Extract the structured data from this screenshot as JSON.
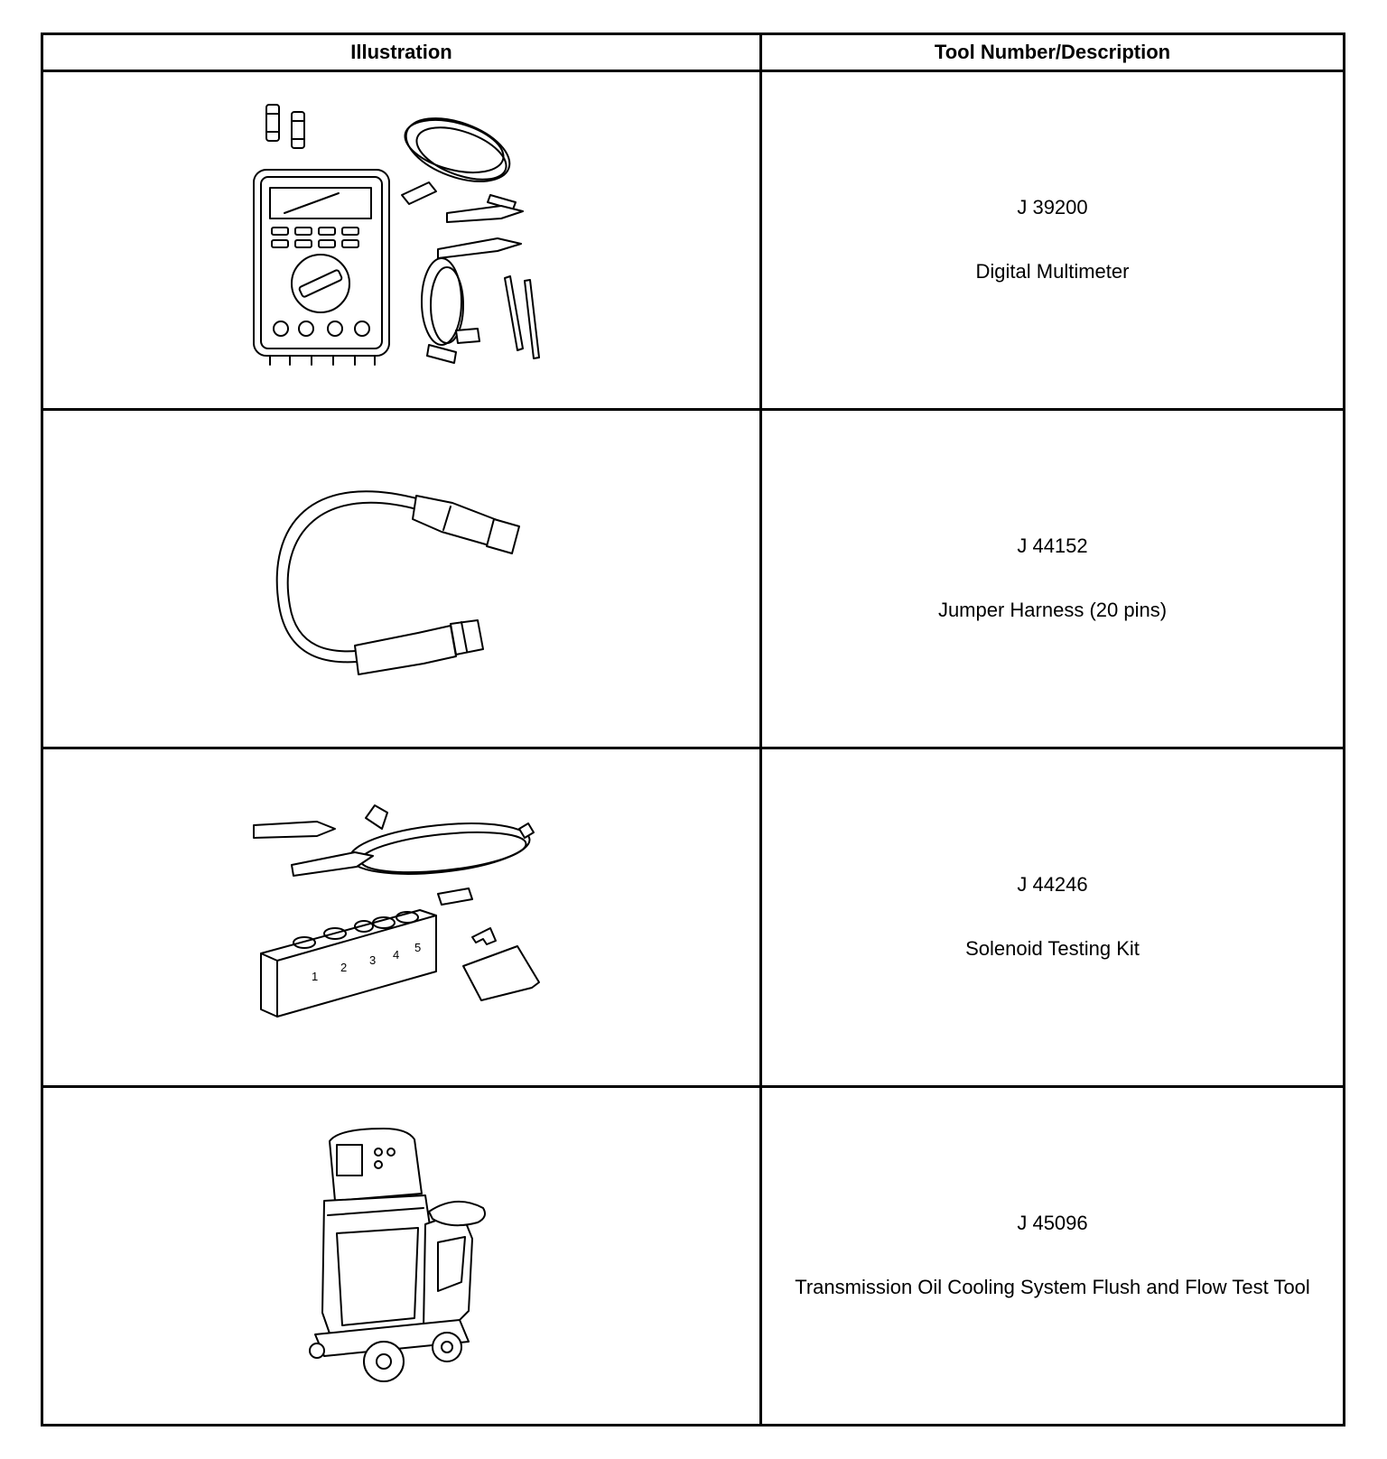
{
  "table": {
    "headers": {
      "illustration": "Illustration",
      "tool": "Tool Number/Description"
    },
    "rows": [
      {
        "number": "J 39200",
        "description": "Digital Multimeter",
        "illustration_icon": "digital-multimeter-icon"
      },
      {
        "number": "J 44152",
        "description": "Jumper Harness (20 pins)",
        "illustration_icon": "jumper-harness-icon"
      },
      {
        "number": "J 44246",
        "description": "Solenoid Testing Kit",
        "illustration_icon": "solenoid-testing-kit-icon"
      },
      {
        "number": "J 45096",
        "description": "Transmission Oil Cooling System Flush and Flow Test Tool",
        "illustration_icon": "flush-flow-test-tool-icon"
      }
    ]
  },
  "kit_labels": [
    "1",
    "2",
    "3",
    "4",
    "5"
  ]
}
